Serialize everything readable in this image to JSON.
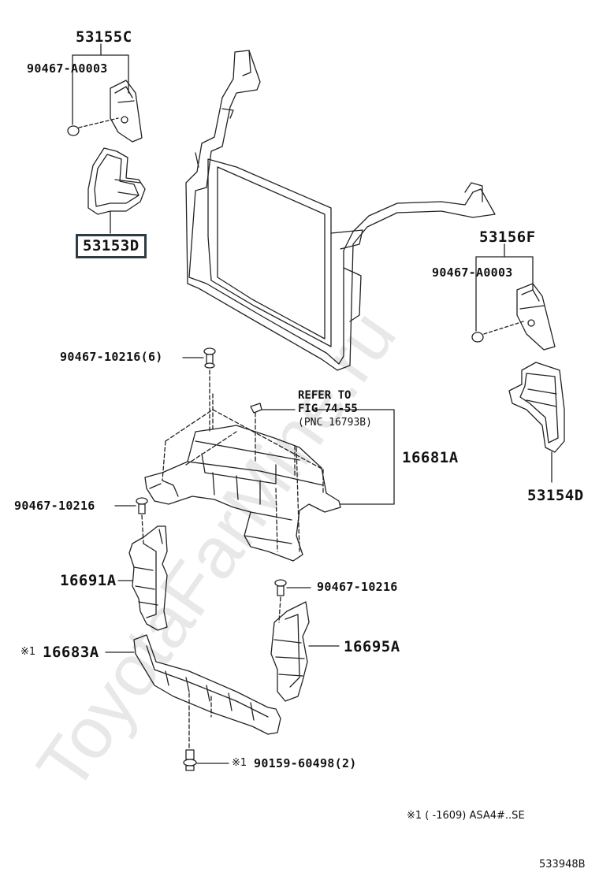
{
  "watermark": "ToyotaFarMine.ru",
  "labels": {
    "p53155C": "53155C",
    "p90467_A0003_top": "90467-A0003",
    "p53153D": "53153D",
    "p53156F": "53156F",
    "p90467_A0003_right": "90467-A0003",
    "p53154D": "53154D",
    "p90467_10216_6": "90467-10216(6)",
    "p90467_10216_left": "90467-10216",
    "p16681A": "16681A",
    "p16691A": "16691A",
    "p90467_10216_right": "90467-10216",
    "p16695A": "16695A",
    "p16683A": "16683A",
    "p16683A_mark": "※1",
    "p90159": "90159-60498(2)",
    "p90159_mark": "※1"
  },
  "reference": {
    "line1": "REFER TO",
    "line2": "FIG 74-55",
    "line3": "(PNC 16793B)"
  },
  "footnote": "※1 (      -1609) ASA4#..SE",
  "diagram_id": "533948B",
  "colors": {
    "line": "#222222",
    "box_border": "#2d3b45",
    "watermark": "#e6e6e6"
  }
}
